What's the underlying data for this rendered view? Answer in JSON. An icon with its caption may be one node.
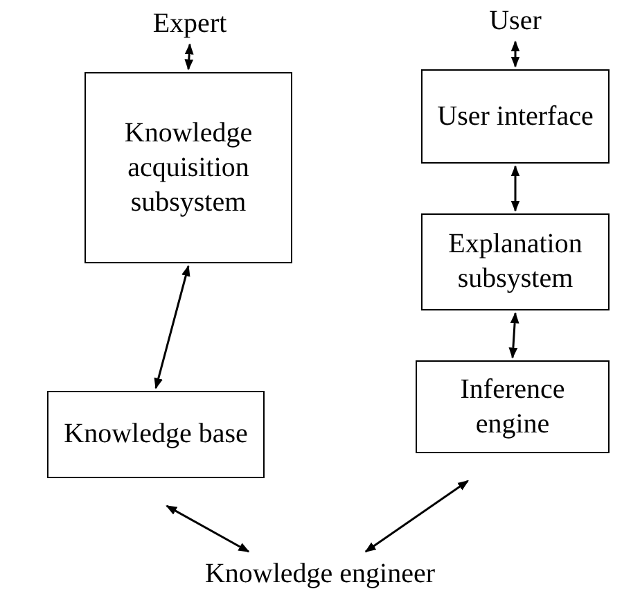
{
  "diagram": {
    "nodes": [
      {
        "text": [
          "Expert"
        ]
      },
      {
        "text": [
          "Knowledge acquisition subsystem"
        ]
      },
      {
        "text": [
          "Knowledge base"
        ]
      },
      {
        "text": [
          "User"
        ]
      },
      {
        "text": [
          "User interface"
        ]
      },
      {
        "text": [
          "Explanation subsystem"
        ]
      },
      {
        "text": [
          "Inference engine"
        ]
      },
      {
        "text": [
          "Knowledge engineer"
        ]
      }
    ],
    "edges": [
      {
        "from": 0,
        "to": 1,
        "arrow": "both"
      },
      {
        "from": 1,
        "to": 2,
        "arrow": "both"
      },
      {
        "from": 3,
        "to": 4,
        "arrow": "both"
      },
      {
        "from": 4,
        "to": 5,
        "arrow": "both"
      },
      {
        "from": 5,
        "to": 6,
        "arrow": "both"
      },
      {
        "from": 2,
        "to": 7,
        "arrow": "both"
      },
      {
        "from": 6,
        "to": 7,
        "arrow": "both"
      }
    ]
  }
}
